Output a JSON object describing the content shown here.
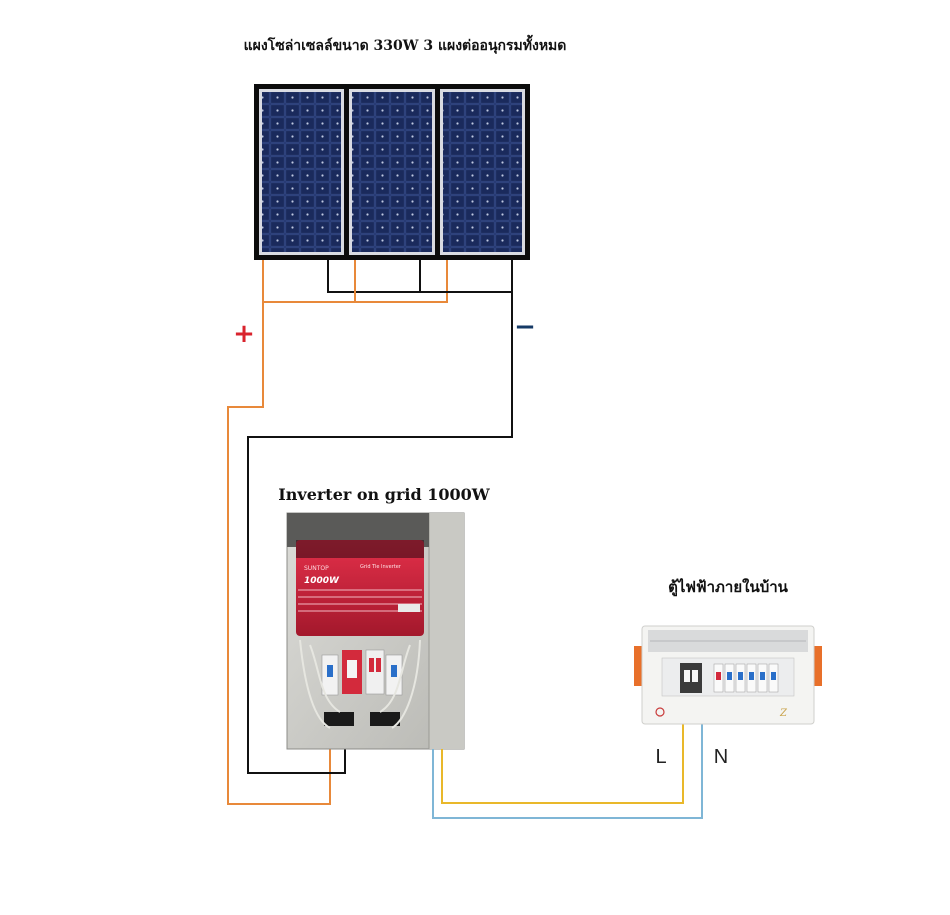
{
  "titles": {
    "panels": "แผงโซล่าเซลล์ขนาด 330W 3 แผงต่ออนุกรมทั้งหมด",
    "inverter": "Inverter on grid 1000W",
    "consumer_unit": "ตู้ไฟฟ้าภายในบ้าน"
  },
  "polarity": {
    "positive": "+",
    "negative": "−"
  },
  "terminals": {
    "live": "L",
    "neutral": "N"
  },
  "inverter_device": {
    "brand": "SUNTOP",
    "rating": "1000W",
    "model": "Grid Tie Inverter"
  },
  "colors": {
    "positive_wire": "#e8893a",
    "negative_wire": "#111111",
    "live_wire": "#e9b82a",
    "neutral_wire": "#7fb6d6",
    "panel_cell": "#1e2f66",
    "inverter_body": "#c8223a",
    "positive_sign": "#d9232d",
    "negative_sign": "#163a66"
  }
}
